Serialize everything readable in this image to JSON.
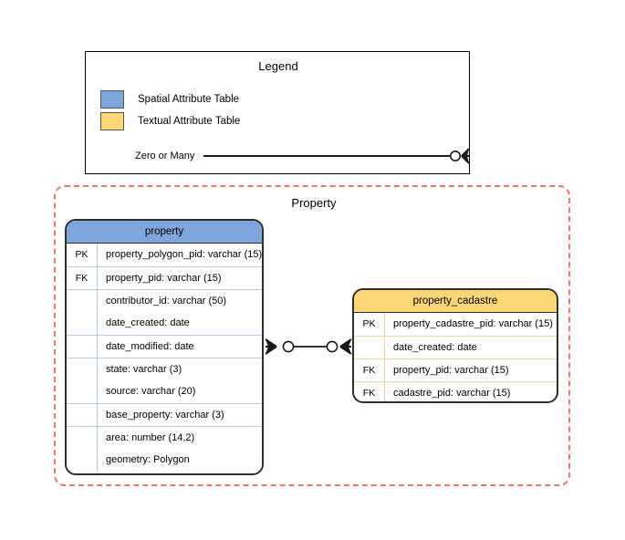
{
  "legend": {
    "title": "Legend",
    "items": [
      {
        "label": "Spatial Attribute Table",
        "color": "#7ea6dc",
        "icon": "blue-swatch-icon"
      },
      {
        "label": "Textual Attribute Table",
        "color": "#fcd775",
        "icon": "yellow-swatch-icon"
      }
    ],
    "relationship": {
      "label": "Zero or Many",
      "notation": "crows-foot-zero-or-many-icon"
    }
  },
  "group": {
    "title": "Property",
    "border_color": "#e8776e",
    "border_style": "dashed"
  },
  "entities": [
    {
      "name": "property",
      "type": "Spatial Attribute Table",
      "header_color": "#7ea6dc",
      "rows": [
        {
          "key": "PK",
          "attribute": "property_polygon_pid: varchar (15)",
          "separator": true
        },
        {
          "key": "FK",
          "attribute": "property_pid: varchar (15)",
          "separator": true
        },
        {
          "key": "",
          "attribute": "contributor_id: varchar (50)",
          "separator": true
        },
        {
          "key": "",
          "attribute": "date_created: date",
          "separator": false
        },
        {
          "key": "",
          "attribute": "date_modified: date",
          "separator": true
        },
        {
          "key": "",
          "attribute": "state: varchar (3)",
          "separator": true
        },
        {
          "key": "",
          "attribute": "source: varchar (20)",
          "separator": false
        },
        {
          "key": "",
          "attribute": "base_property: varchar (3)",
          "separator": true
        },
        {
          "key": "",
          "attribute": "area: number (14,2)",
          "separator": true
        },
        {
          "key": "",
          "attribute": "geometry: Polygon",
          "separator": false
        }
      ]
    },
    {
      "name": "property_cadastre",
      "type": "Textual Attribute Table",
      "header_color": "#fcd775",
      "rows": [
        {
          "key": "PK",
          "attribute": "property_cadastre_pid: varchar (15)",
          "separator": true
        },
        {
          "key": "",
          "attribute": "date_created: date",
          "separator": true
        },
        {
          "key": "FK",
          "attribute": "property_pid: varchar (15)",
          "separator": true
        },
        {
          "key": "FK",
          "attribute": "cadastre_pid: varchar (15)",
          "separator": true
        }
      ]
    }
  ],
  "relationships": [
    {
      "from": "property",
      "to": "property_cadastre",
      "from_cardinality": "Zero or Many",
      "to_cardinality": "Zero or Many",
      "notation": "crows-foot"
    }
  ]
}
